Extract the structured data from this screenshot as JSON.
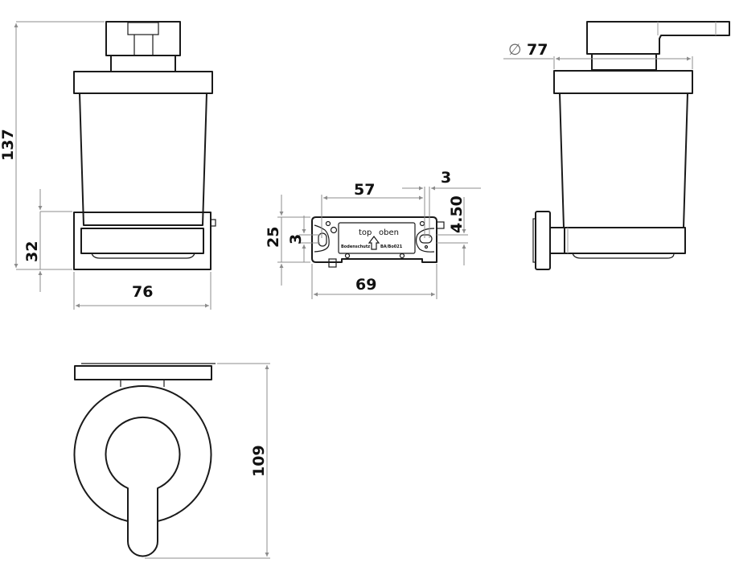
{
  "drawing": {
    "subject": "Wall-mounted soap dispenser technical drawing",
    "views": {
      "front": {
        "dimensions": {
          "total_height": "137",
          "holder_height": "32",
          "holder_width": "76"
        }
      },
      "bracket": {
        "dimensions": {
          "hole_spacing": "57",
          "hole_offset": "3",
          "height": "25",
          "hole_height": "3",
          "hole_vertical_offset": "4.50",
          "width": "69"
        },
        "label": {
          "top_text": "top",
          "oben_text": "oben",
          "left_small_text": "Bodenschutz",
          "right_small_text": "BA/Bo021"
        }
      },
      "side": {
        "dimensions": {
          "diameter_symbol": "∅",
          "diameter": "77"
        }
      },
      "top": {
        "dimensions": {
          "depth": "109"
        }
      }
    },
    "colors": {
      "outline": "#1a1a1a",
      "dimension_line": "#8c8c8c",
      "background": "#ffffff"
    }
  }
}
